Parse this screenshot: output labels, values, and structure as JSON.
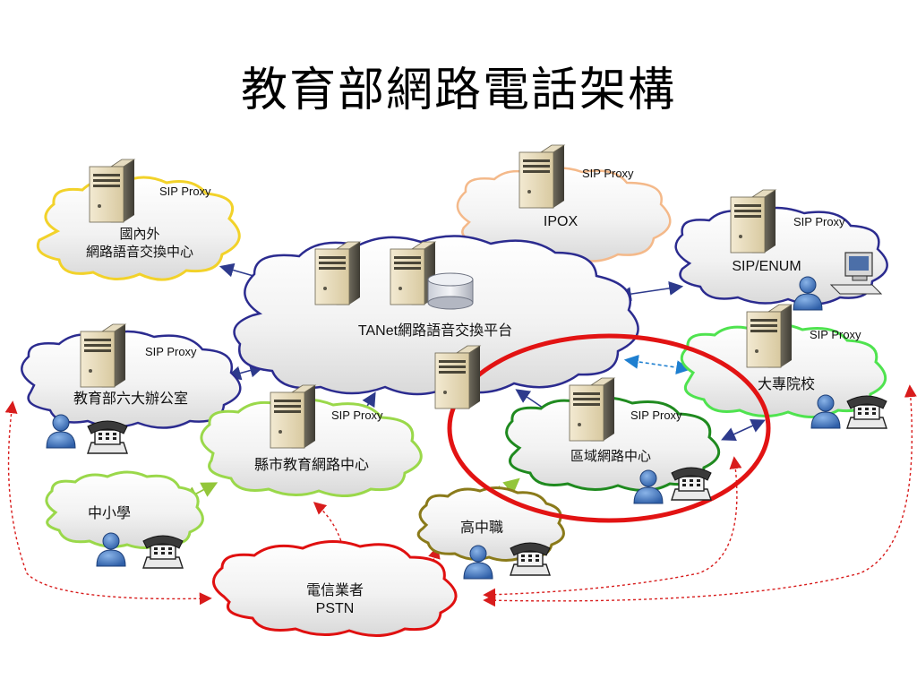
{
  "title": "教育部網路電話架構",
  "proxy_label": "SIP Proxy",
  "nodes": {
    "intl_exchange": {
      "line1": "國內外",
      "line2": "網路語音交換中心"
    },
    "ipox": {
      "label": "IPOX"
    },
    "sip_enum": {
      "label": "SIP/ENUM"
    },
    "tanet_platform": {
      "label": "TANet網路語音交換平台"
    },
    "moe_offices": {
      "label": "教育部六大辦公室"
    },
    "universities": {
      "label": "大專院校"
    },
    "county_center": {
      "label": "縣市教育網路中心"
    },
    "regional_center": {
      "label": "區域網路中心"
    },
    "primary_schools": {
      "label": "中小學"
    },
    "high_schools": {
      "label": "高中職"
    },
    "pstn": {
      "line1": "電信業者",
      "line2": "PSTN"
    }
  },
  "colors": {
    "navy_border": "#2b2b8f",
    "yellow_border": "#f2d22a",
    "peach_border": "#f4b98a",
    "green_border": "#4fe34f",
    "lightgreen_border": "#9ad84a",
    "darkgreen_border": "#1f8a1f",
    "olive_border": "#8a7a1a",
    "red_border": "#e01010",
    "highlight_ring": "#e21313",
    "link_blue": "#2d3a8c",
    "dashed_blue": "#1e7fd0",
    "dashed_red": "#d81c1c",
    "link_green": "#93c63a"
  },
  "icons": [
    "server-icon",
    "database-icon",
    "user-icon",
    "telephone-icon",
    "computer-icon"
  ]
}
